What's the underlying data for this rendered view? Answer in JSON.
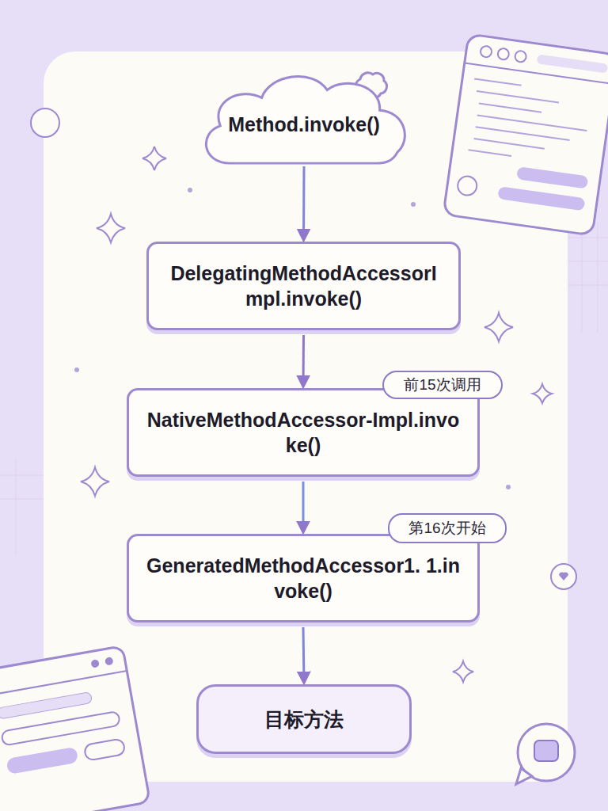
{
  "diagram": {
    "nodes": [
      {
        "text": [
          "Method.invoke()"
        ]
      },
      {
        "text": [
          "DelegatingMethodAccessorImpl.invoke()"
        ]
      },
      {
        "text": [
          "NativeMethodAccessor-Impl.invoke()"
        ]
      },
      {
        "text": [
          "GeneratedMethodAccessor1. 1.invoke()"
        ]
      },
      {
        "text": [
          "目标方法"
        ]
      }
    ],
    "edges": [
      {
        "from": 0,
        "to": 1,
        "arrow": "to"
      },
      {
        "from": 1,
        "to": 2,
        "arrow": "to"
      },
      {
        "from": 2,
        "to": 3,
        "arrow": "to"
      },
      {
        "from": 3,
        "to": 4,
        "arrow": "to"
      }
    ],
    "labels": [
      "前15次调用",
      "第16次开始"
    ]
  }
}
